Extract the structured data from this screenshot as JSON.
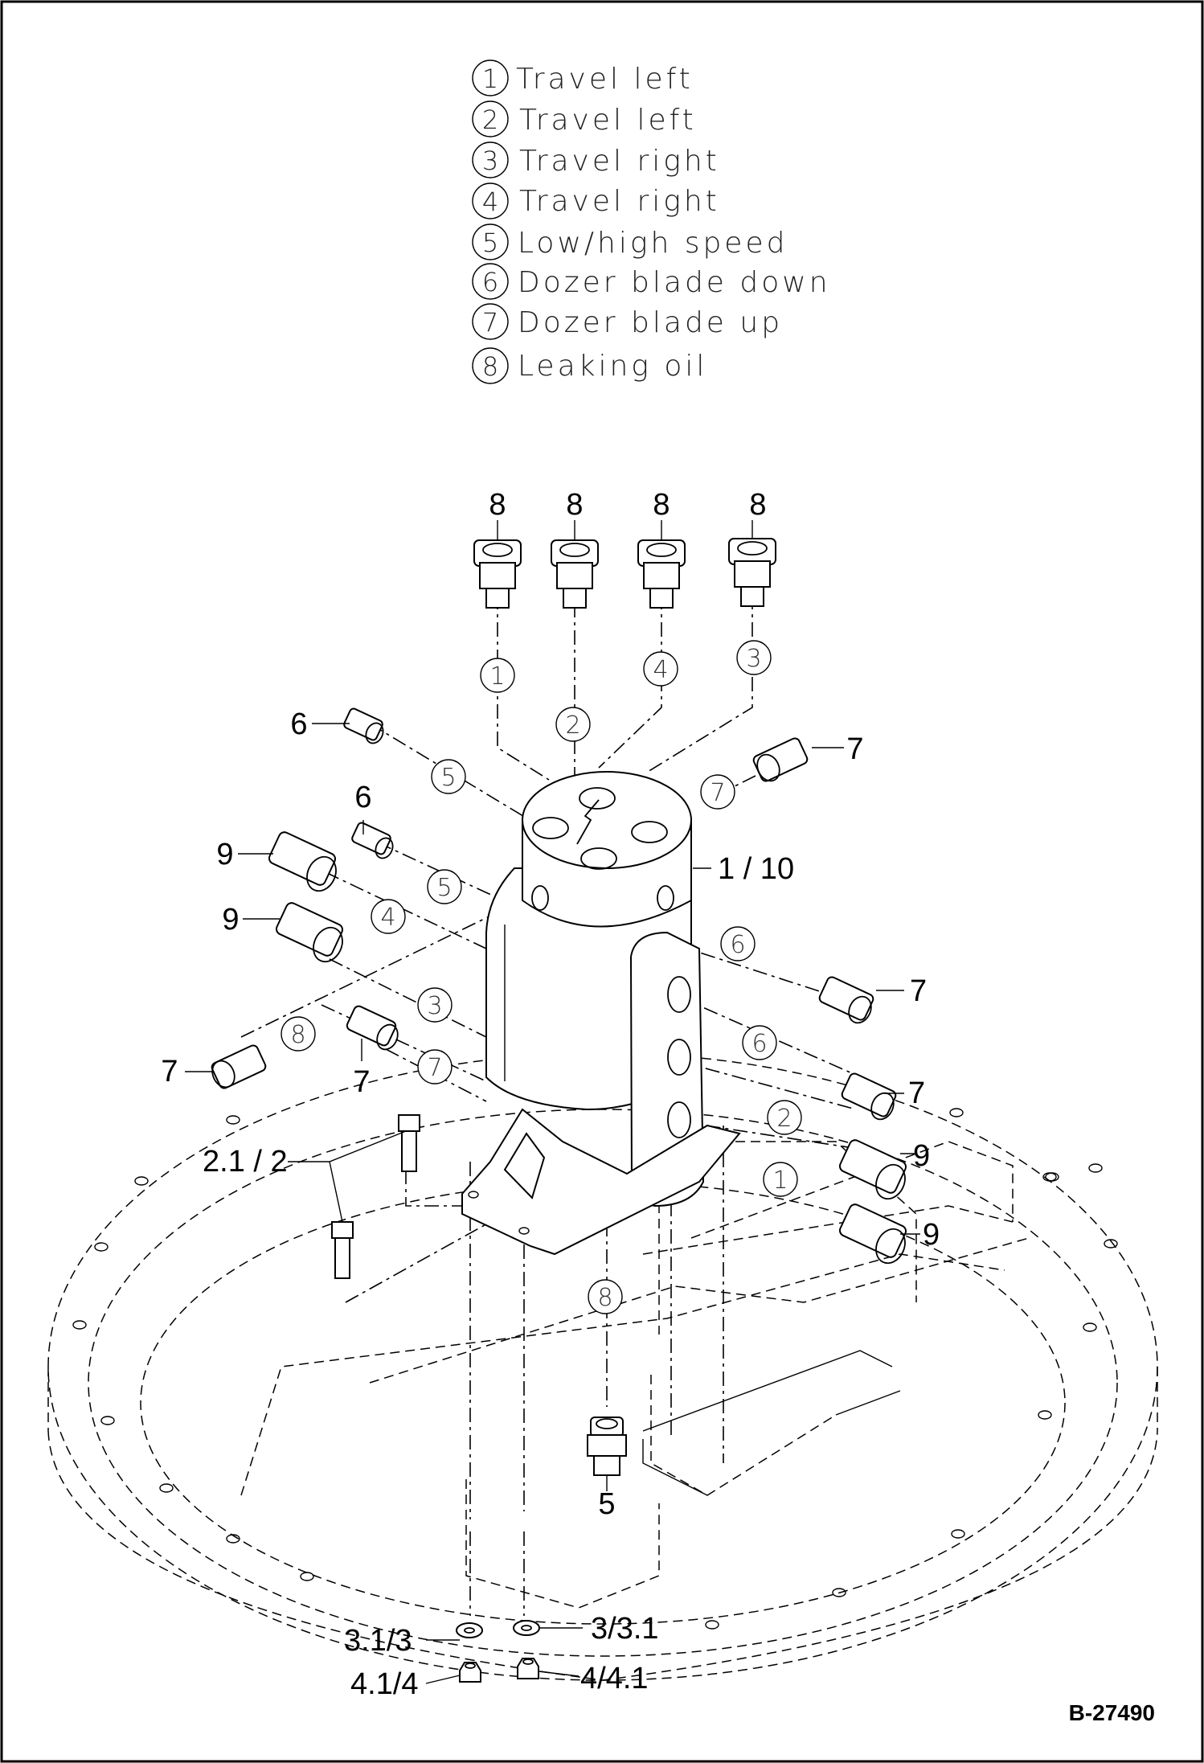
{
  "legend": [
    {
      "num": "1",
      "label": "Travel left"
    },
    {
      "num": "2",
      "label": "Travel left"
    },
    {
      "num": "3",
      "label": "Travel right"
    },
    {
      "num": "4",
      "label": "Travel right"
    },
    {
      "num": "5",
      "label": "Low/high speed"
    },
    {
      "num": "6",
      "label": "Dozer blade down"
    },
    {
      "num": "7",
      "label": "Dozer blade up"
    },
    {
      "num": "8",
      "label": "Leaking oil"
    }
  ],
  "callouts": {
    "top_8a": "8",
    "top_8b": "8",
    "top_8c": "8",
    "top_8d": "8",
    "left_6a": "6",
    "left_6b": "6",
    "left_9a": "9",
    "left_9b": "9",
    "left_7a": "7",
    "left_7b": "7",
    "right_7a": "7",
    "right_7b": "7",
    "right_7c": "7",
    "right_9a": "9",
    "right_9b": "9",
    "swivel": "1 / 10",
    "bolts": "2.1 / 2",
    "bottom_5": "5",
    "washer_left": "3.1/3",
    "washer_right": "3/3.1",
    "nut_left": "4.1/4",
    "nut_right": "4/4.1"
  },
  "bubbles": {
    "p1": "1",
    "p2": "2",
    "p3": "3",
    "p4": "4",
    "b5a": "5",
    "b7a": "7",
    "b5b": "5",
    "b4": "4",
    "b6a": "6",
    "b3": "3",
    "b8a": "8",
    "b7b": "7",
    "b6b": "6",
    "b2": "2",
    "b1": "1",
    "b8b": "8"
  },
  "doc_id": "B-27490"
}
